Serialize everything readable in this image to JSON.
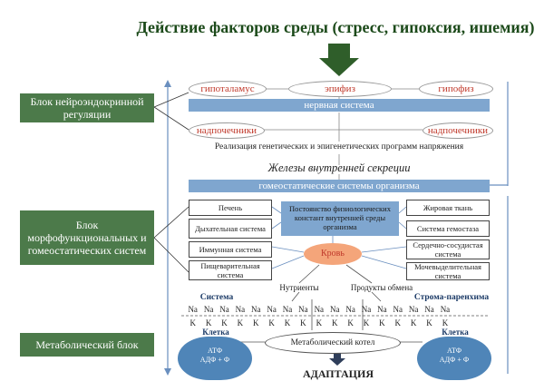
{
  "title": "Действие факторов среды (стресс, гипоксия, ишемия)",
  "blocks": {
    "neuro": "Блок нейроэндокринной регуляции",
    "morpho": "Блок морфофункциональных и гомеостатических систем",
    "metabolic": "Метаболический блок"
  },
  "top_ovals": [
    "гипоталамус",
    "эпифиз",
    "гипофиз"
  ],
  "nervous_bar": "нервная система",
  "adrenal_ovals": [
    "надпочечники",
    "надпочечники"
  ],
  "genetic_text": "Реализация генетических и эпигенетических программ напряжения",
  "glands_text": "Железы внутренней секреции",
  "homeostatic_bar": "гомеостатические системы организма",
  "center_box": "Постоянство физиологических констант внутренней среды организма",
  "left_boxes": [
    "Печень",
    "Дыхательная система",
    "Иммунная система",
    "Пищеварительная система"
  ],
  "right_boxes": [
    "Жировая ткань",
    "Система гемостаза",
    "Сердечно-сосудистая система",
    "Мочевыделительная система"
  ],
  "blood": "Кровь",
  "nutrients": "Нутриенты",
  "metabolites": "Продукты обмена",
  "system_label": "Система",
  "stroma_label": "Строма-паренхима",
  "na_row": [
    "Na",
    "Na",
    "Na",
    "Na",
    "Na",
    "Na",
    "Na",
    "Na",
    "Na",
    "Na",
    "Na",
    "Na",
    "Na",
    "Na",
    "Na",
    "Na",
    "Na"
  ],
  "k_row": [
    "K",
    "K",
    "K",
    "K",
    "K",
    "K",
    "K",
    "K",
    "K",
    "K",
    "K",
    "K",
    "K",
    "K",
    "K",
    "K",
    "K"
  ],
  "cell_left": {
    "label": "Клетка",
    "line1": "АТФ",
    "line2": "АДФ + Ф"
  },
  "cell_right": {
    "label": "Клетка",
    "line1": "АТФ",
    "line2": "АДФ + Ф"
  },
  "kotel": "Метаболический котел",
  "adaptation": "АДАПТАЦИЯ",
  "colors": {
    "block_green": "#4c7a4a",
    "bar_blue": "#7fa6cf",
    "oval_red": "#c0392b",
    "blood": "#f4a57a",
    "cloud": "#4f85b8"
  }
}
